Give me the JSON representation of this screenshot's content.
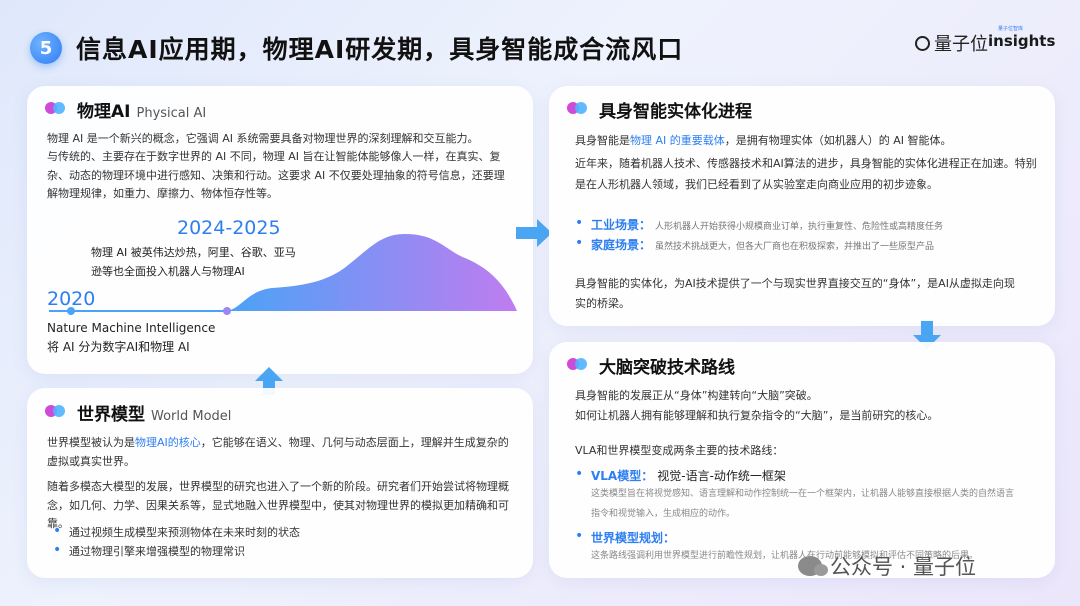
{
  "header": {
    "number": "5",
    "title": "信息AI应用期，物理AI研发期，具身智能成合流风口",
    "brand_qbitai": "量子位",
    "brand_insights": "insights",
    "brand_insights_small": "量子位智库"
  },
  "physical_ai": {
    "title": "物理AI",
    "title_en": "Physical AI",
    "para1": "物理 AI 是一个新兴的概念，它强调 AI 系统需要具备对物理世界的深刻理解和交互能力。",
    "para2": "与传统的、主要存在于数字世界的 AI 不同，物理 AI 旨在让智能体能够像人一样，在真实、复杂、动态的物理环境中进行感知、决策和行动。这要求 AI 不仅要处理抽象的符号信息，还要理解物理规律，如重力、摩擦力、物体恒存性等。",
    "year_2024": "2024-2025",
    "event_2024": "物理 AI 被英伟达炒热，阿里、谷歌、亚马逊等也全面投入机器人与物理AI",
    "year_2020": "2020",
    "event_2020_line1": "Nature Machine Intelligence",
    "event_2020_line2": "将 AI 分为数字AI和物理 AI"
  },
  "world_model": {
    "title": "世界模型",
    "title_en": "World Model",
    "para1_a": "世界模型被认为是",
    "para1_hl": "物理AI的核心",
    "para1_b": "，它能够在语义、物理、几何与动态层面上，理解并生成复杂的虚拟或真实世界。",
    "para2": "随着多模态大模型的发展，世界模型的研究也进入了一个新的阶段。研究者们开始尝试将物理概念，如几何、力学、因果关系等，显式地融入世界模型中，使其对物理世界的模拟更加精确和可靠。",
    "bullets": [
      "通过视频生成模型来预测物体在未来时刻的状态",
      "通过物理引擎来增强模型的物理常识"
    ]
  },
  "embodied": {
    "title": "具身智能实体化进程",
    "para1_a": "具身智能是",
    "para1_hl": "物理 AI 的重要载体",
    "para1_b": "，是拥有物理实体（如机器人）的 AI 智能体。",
    "para2": "近年来，随着机器人技术、传感器技术和AI算法的进步，具身智能的实体化进程正在加速。特别是在人形机器人领域，我们已经看到了从实验室走向商业应用的初步迹象。",
    "scenes": [
      {
        "tag": "工业场景：",
        "desc": "人形机器人开始获得小规模商业订单，执行重复性、危险性或高精度任务"
      },
      {
        "tag": "家庭场景：",
        "desc": "虽然技术挑战更大，但各大厂商也在积极探索，并推出了一些原型产品"
      }
    ],
    "para3": "具身智能的实体化，为AI技术提供了一个与现实世界直接交互的“身体”，是AI从虚拟走向现实的桥梁。"
  },
  "brain": {
    "title": "大脑突破技术路线",
    "para1": "具身智能的发展正从“身体”构建转向“大脑”突破。",
    "para2": "如何让机器人拥有能够理解和执行复杂指令的“大脑”，是当前研究的核心。",
    "para3": "VLA和世界模型变成两条主要的技术路线：",
    "vla_tag": "VLA模型：",
    "vla_title": "视觉-语言-动作统一框架",
    "vla_desc": "这类模型旨在将视觉感知、语言理解和动作控制统一在一个框架内，让机器人能够直接根据人类的自然语言指令和视觉输入，生成相应的动作。",
    "wm_tag": "世界模型规划：",
    "wm_desc": "这条路线强调利用世界模型进行前瞻性规划，让机器人在行动前能够模拟和评估不同策略的后果。"
  },
  "watermark": "公众号 · 量子位",
  "colors": {
    "accent": "#2d7ff0",
    "dot_pink": "#d04ad8",
    "dot_blue": "#4fb2ff",
    "chart_start": "#4aa3f7",
    "chart_end": "#c07cf0"
  }
}
